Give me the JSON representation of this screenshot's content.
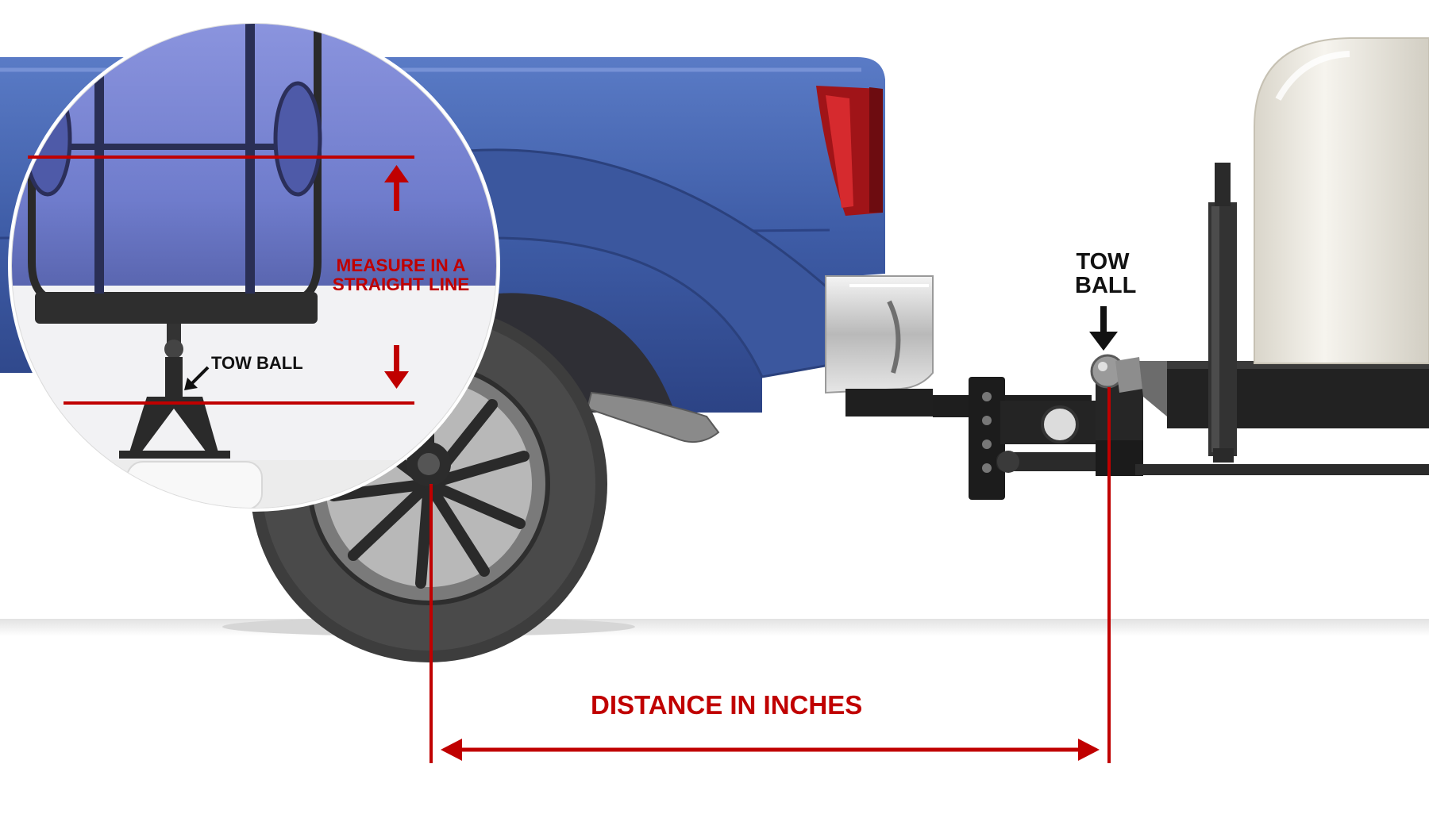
{
  "labels": {
    "tow_ball_main_line1": "TOW",
    "tow_ball_main_line2": "BALL",
    "measure_line1": "MEASURE IN A",
    "measure_line2": "STRAIGHT LINE",
    "tow_ball_inset": "TOW BALL",
    "distance": "DISTANCE IN INCHES"
  },
  "colors": {
    "accent_red": "#c00000",
    "truck_blue": "#3f5ea8",
    "tire_dark": "#3a3a3a",
    "hitch_black": "#1e1e1e",
    "tank_cream": "#eeeae0",
    "text_black": "#111111"
  }
}
